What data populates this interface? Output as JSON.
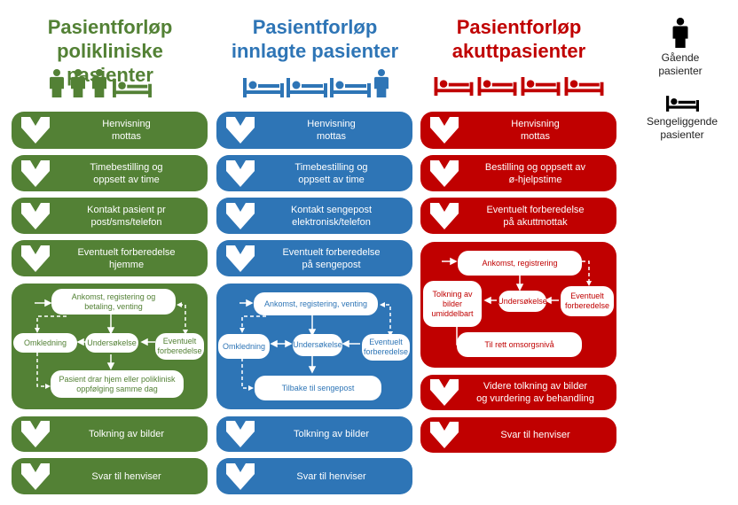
{
  "columns": {
    "outpatient": {
      "title_line1": "Pasientforløp",
      "title_line2": "polikliniske pasienter",
      "color": "#538135",
      "icons": [
        "walking-patient-icon",
        "walking-patient-icon",
        "walking-patient-icon",
        "bed-patient-icon"
      ],
      "steps": [
        {
          "line1": "Henvisning",
          "line2": "mottas"
        },
        {
          "line1": "Timebestilling og",
          "line2": "oppsett av time"
        },
        {
          "line1": "Kontakt pasient pr",
          "line2": "post/sms/telefon"
        },
        {
          "line1": "Eventuelt forberedelse",
          "line2": "hjemme"
        }
      ],
      "flow": {
        "arrival_line1": "Ankomst, registering og",
        "arrival_line2": "betaling, venting",
        "changing": "Omkledning",
        "examination": "Undersøkelse",
        "prep_line1": "Eventuelt",
        "prep_line2": "forberedelse",
        "exit_line1": "Pasient drar hjem eller poliklinisk",
        "exit_line2": "oppfølging samme dag"
      },
      "after_steps": [
        {
          "line1": "Tolkning av bilder",
          "line2": ""
        },
        {
          "line1": "Svar til henviser",
          "line2": ""
        }
      ]
    },
    "inpatient": {
      "title_line1": "Pasientforløp",
      "title_line2": "innlagte pasienter",
      "color": "#2e75b6",
      "icons": [
        "bed-patient-icon",
        "bed-patient-icon",
        "bed-patient-icon",
        "walking-patient-icon"
      ],
      "steps": [
        {
          "line1": "Henvisning",
          "line2": "mottas"
        },
        {
          "line1": "Timebestilling og",
          "line2": "oppsett av time"
        },
        {
          "line1": "Kontakt sengepost",
          "line2": "elektronisk/telefon"
        },
        {
          "line1": "Eventuelt forberedelse",
          "line2": "på sengepost"
        }
      ],
      "flow": {
        "arrival": "Ankomst, registering, venting",
        "changing": "Omkledning",
        "examination": "Undersøkelse",
        "prep_line1": "Eventuelt",
        "prep_line2": "forberedelse",
        "exit": "Tilbake til sengepost"
      },
      "after_steps": [
        {
          "line1": "Tolkning av bilder",
          "line2": ""
        },
        {
          "line1": "Svar til henviser",
          "line2": ""
        }
      ]
    },
    "emergency": {
      "title_line1": "Pasientforløp",
      "title_line2": "akuttpasienter",
      "color": "#c00000",
      "icons": [
        "bed-patient-icon",
        "bed-patient-icon",
        "bed-patient-icon",
        "bed-patient-icon"
      ],
      "steps": [
        {
          "line1": "Henvisning",
          "line2": "mottas"
        },
        {
          "line1": "Bestilling og oppsett av",
          "line2": "ø-hjelpstime"
        },
        {
          "line1": "Eventuelt forberedelse",
          "line2": "på akuttmottak"
        }
      ],
      "flow": {
        "arrival": "Ankomst, registrering",
        "imaging_line1": "Tolkning av",
        "imaging_line2": "bilder",
        "imaging_line3": "umiddelbart",
        "examination": "Undersøkelse",
        "prep_line1": "Eventuelt",
        "prep_line2": "forberedelse",
        "exit": "Til rett omsorgsnivå"
      },
      "after_steps": [
        {
          "line1": "Videre tolkning av bilder",
          "line2": "og vurdering av behandling"
        },
        {
          "line1": "Svar til henviser",
          "line2": ""
        }
      ]
    }
  },
  "legend": {
    "walking_line1": "Gående",
    "walking_line2": "pasienter",
    "bed_line1": "Sengeliggende",
    "bed_line2": "pasienter"
  }
}
